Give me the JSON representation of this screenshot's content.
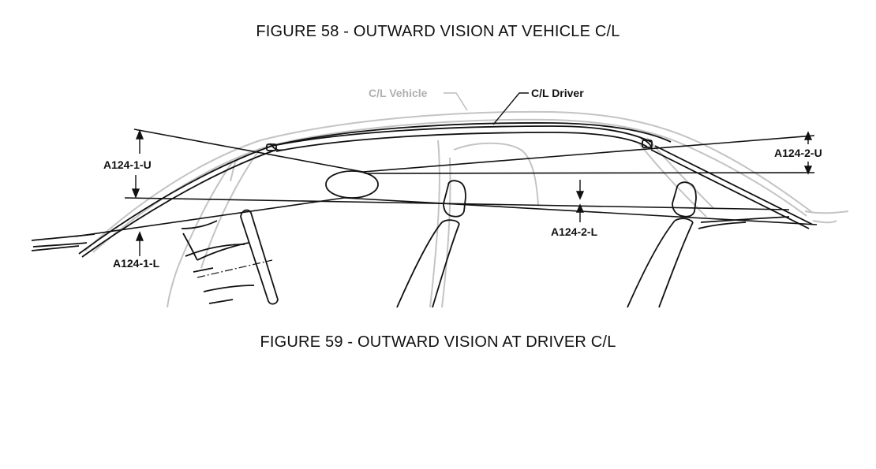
{
  "captions": {
    "top": "FIGURE 58 - OUTWARD VISION AT VEHICLE C/L",
    "bottom": "FIGURE 59 - OUTWARD VISION AT DRIVER C/L"
  },
  "labels": {
    "cl_vehicle": "C/L Vehicle",
    "cl_driver": "C/L Driver",
    "a124_1_u": "A124-1-U",
    "a124_1_l": "A124-1-L",
    "a124_2_u": "A124-2-U",
    "a124_2_l": "A124-2-L"
  },
  "colors": {
    "line": "#111111",
    "ghost": "#bdbdbd"
  }
}
